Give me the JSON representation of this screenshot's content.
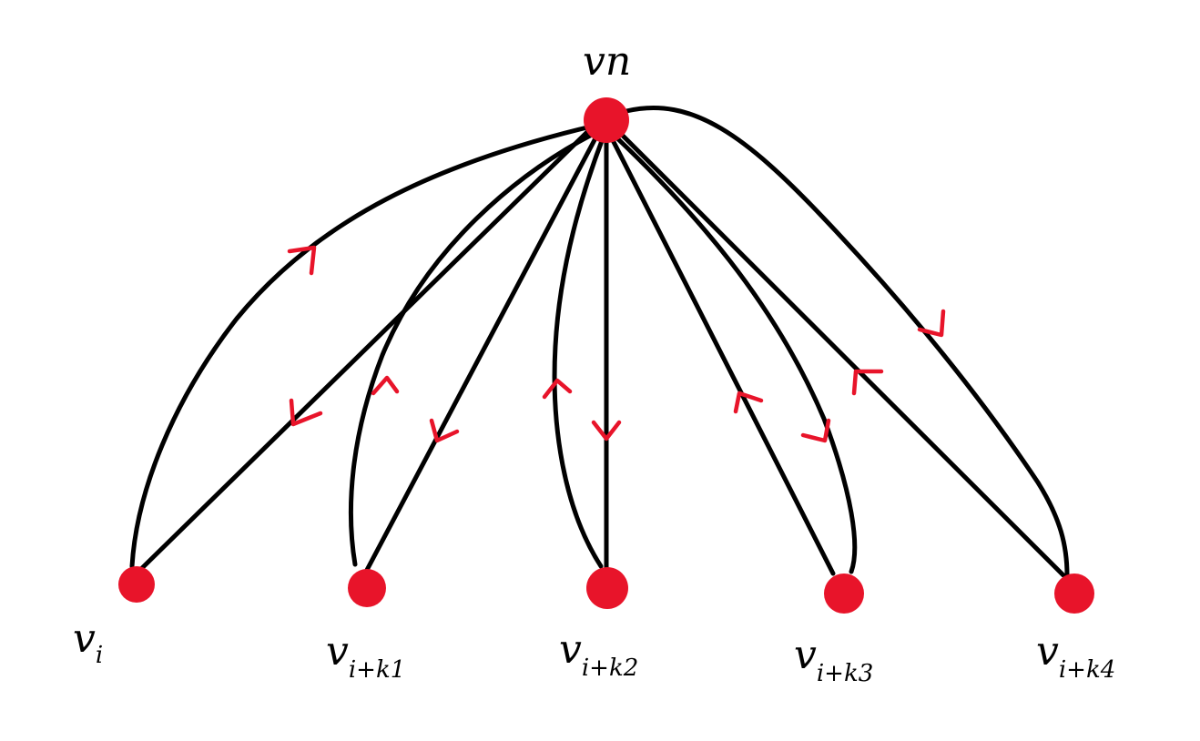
{
  "colors": {
    "vertex": "#e8142a",
    "edge": "#000000",
    "arrow": "#e8142a",
    "background": "#ffffff"
  },
  "vertices": [
    {
      "id": "hub",
      "main": "v",
      "sub": "n"
    },
    {
      "id": "v-i",
      "main": "v",
      "sub": "i"
    },
    {
      "id": "v-i-k1",
      "main": "v",
      "sub": "i+k1"
    },
    {
      "id": "v-i-k2",
      "main": "v",
      "sub": "i+k2"
    },
    {
      "id": "v-i-k3",
      "main": "v",
      "sub": "i+k3"
    },
    {
      "id": "v-i-k4",
      "main": "v",
      "sub": "i+k4"
    }
  ],
  "edges": [
    {
      "from": "v-i",
      "to": "hub",
      "shape": "curved",
      "direction": "toward-hub"
    },
    {
      "from": "hub",
      "to": "v-i",
      "shape": "straight",
      "direction": "toward-leaf"
    },
    {
      "from": "v-i-k1",
      "to": "hub",
      "shape": "curved",
      "direction": "toward-hub"
    },
    {
      "from": "hub",
      "to": "v-i-k1",
      "shape": "straight",
      "direction": "toward-leaf"
    },
    {
      "from": "v-i-k2",
      "to": "hub",
      "shape": "curved",
      "direction": "toward-hub"
    },
    {
      "from": "hub",
      "to": "v-i-k2",
      "shape": "straight",
      "direction": "toward-leaf"
    },
    {
      "from": "v-i-k3",
      "to": "hub",
      "shape": "straight",
      "direction": "toward-hub"
    },
    {
      "from": "hub",
      "to": "v-i-k3",
      "shape": "curved",
      "direction": "toward-leaf"
    },
    {
      "from": "v-i-k4",
      "to": "hub",
      "shape": "straight",
      "direction": "toward-hub"
    },
    {
      "from": "hub",
      "to": "v-i-k4",
      "shape": "curved",
      "direction": "toward-leaf"
    }
  ]
}
